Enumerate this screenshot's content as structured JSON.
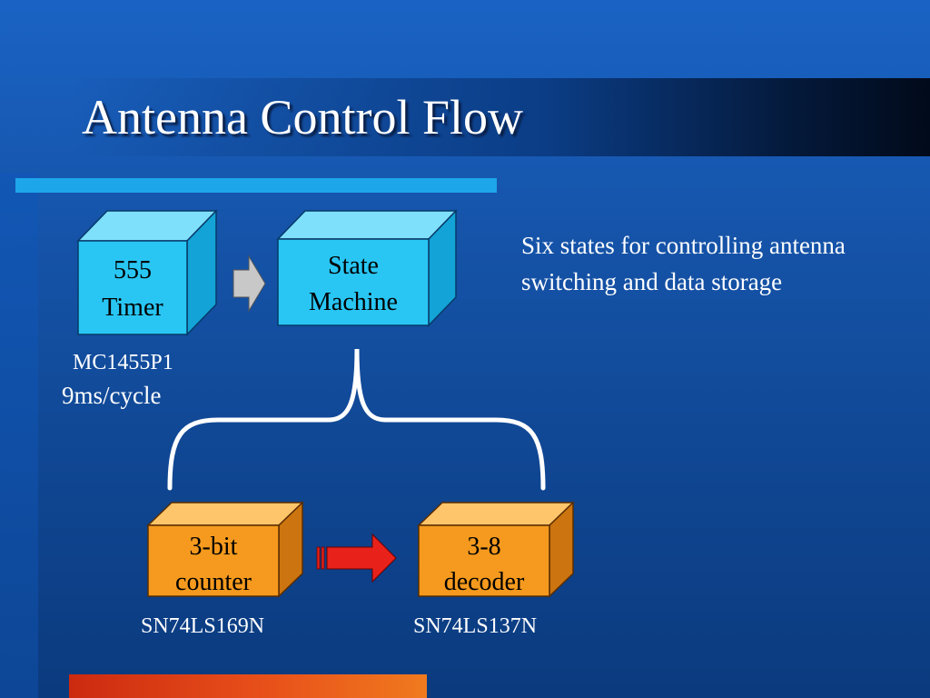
{
  "slide": {
    "title": "Antenna Control Flow",
    "note": "Six states for controlling antenna switching and data storage"
  },
  "blocks": {
    "timer": {
      "line1": "555",
      "line2": "Timer",
      "part": "MC1455P1",
      "spec": "9ms/cycle"
    },
    "state_machine": {
      "line1": "State",
      "line2": "Machine"
    },
    "counter": {
      "line1": "3-bit",
      "line2": "counter",
      "part": "SN74LS169N"
    },
    "decoder": {
      "line1": "3-8",
      "line2": "decoder",
      "part": "SN74LS137N"
    }
  },
  "colors": {
    "cyan_box": "#29c6f4",
    "orange_box": "#f59a1e",
    "gray_arrow": "#c8c8c8",
    "red_arrow": "#e8221a",
    "accent_bar": "#1ea6ea"
  }
}
